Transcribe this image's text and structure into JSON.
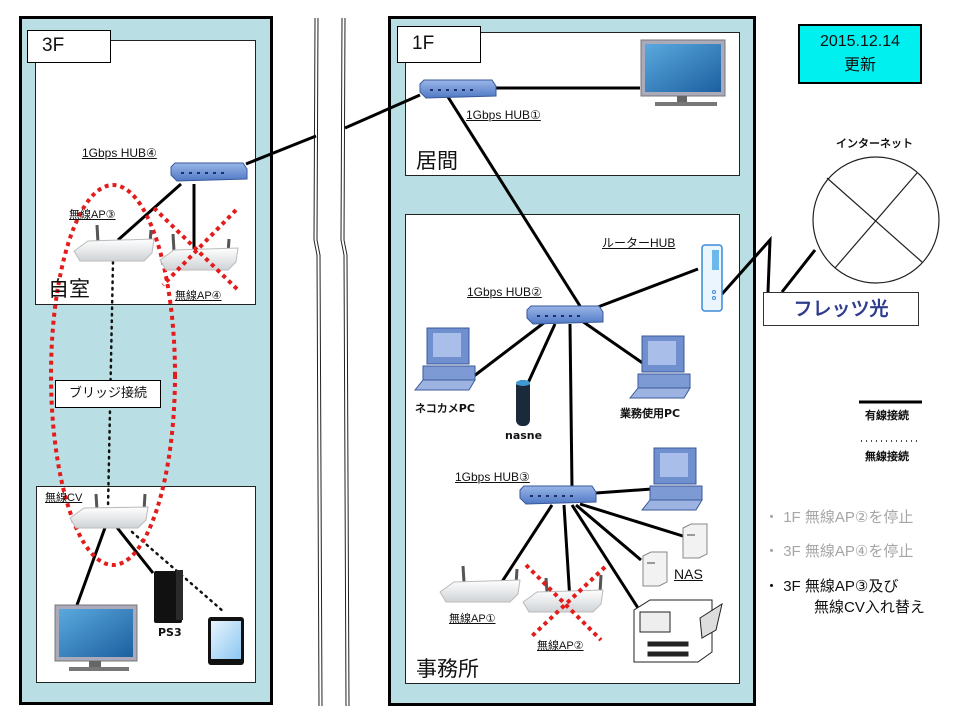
{
  "update_box": {
    "date": "2015.12.14",
    "label": "更新"
  },
  "floors": {
    "f3": {
      "tag": "3F",
      "rooms": {
        "jishitsu": "自室"
      },
      "devices": {
        "hub4": "1Gbps HUB④",
        "ap3": "無線AP③",
        "ap4": "無線AP④",
        "cv": "無線CV",
        "ps3": "PS3"
      },
      "bridge_label": "ブリッジ接続"
    },
    "f1": {
      "tag": "1F",
      "rooms": {
        "living": "居間",
        "office": "事務所"
      },
      "devices": {
        "hub1": "1Gbps HUB①",
        "hub2": "1Gbps HUB②",
        "hub3": "1Gbps HUB③",
        "router": "ルーターHUB",
        "nekokame_pc": "ネコカメPC",
        "nasne": "nasne",
        "work_pc": "業務使用PC",
        "nas": "NAS",
        "ap1": "無線AP①",
        "ap2": "無線AP②"
      }
    }
  },
  "internet": {
    "label": "インターネット",
    "provider": "フレッツ光"
  },
  "legend": {
    "wired": "有線接続",
    "wireless": "無線接続"
  },
  "notes": [
    {
      "bullet": "・",
      "text": "1F 無線AP②を停止",
      "status": "done"
    },
    {
      "bullet": "・",
      "text": "3F 無線AP④を停止",
      "status": "done"
    },
    {
      "bullet": "・",
      "text": "3F 無線AP③及び",
      "text2": "無線CV入れ替え",
      "status": "pending"
    }
  ],
  "colors": {
    "floor_bg": "#b9dfe4",
    "date_bg": "#00f0f0",
    "stop_mark": "#e31b1b",
    "flets_text": "#2e3c8f",
    "hub_blue": "#6a8fd0"
  }
}
